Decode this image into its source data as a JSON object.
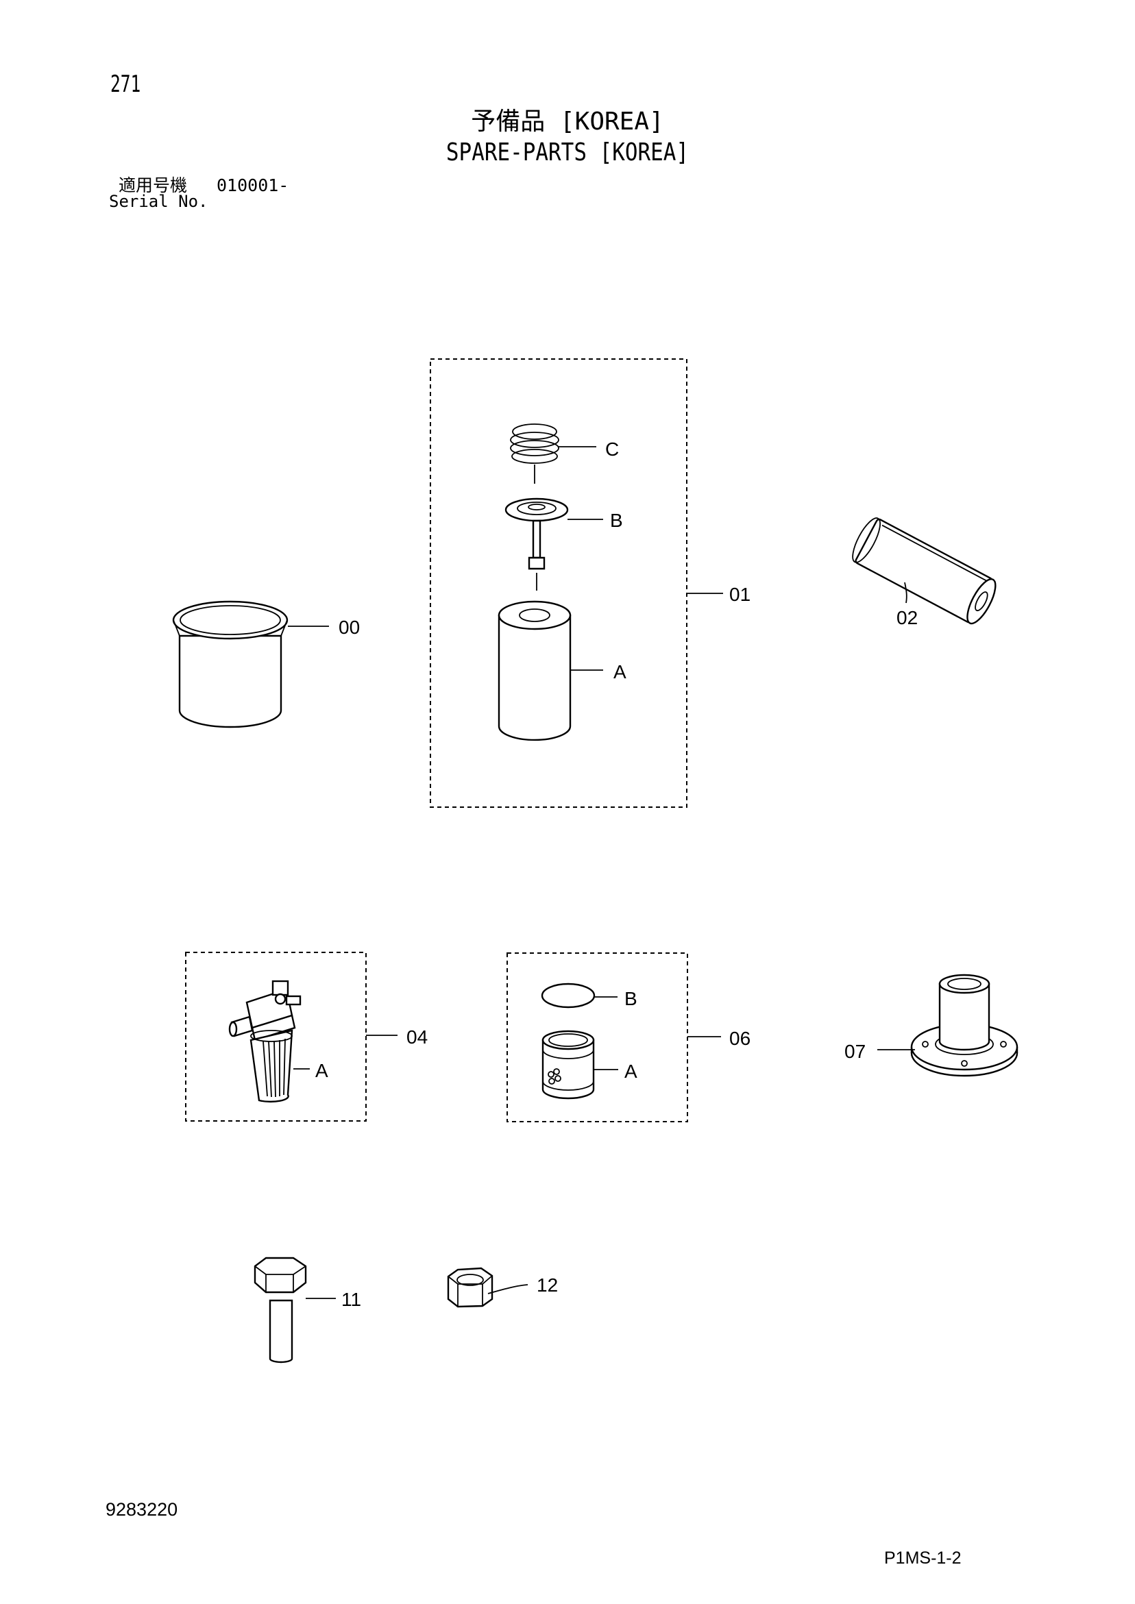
{
  "page": {
    "number": "271",
    "title_jp": "予備品 [KOREA]",
    "title_en": "SPARE-PARTS [KOREA]",
    "serial_label_jp": "適用号機",
    "serial_value": "010001-",
    "serial_label_en": "Serial No.",
    "doc_number": "9283220",
    "page_code": "P1MS-1-2"
  },
  "callouts": {
    "p00": "00",
    "p01": "01",
    "p01_a": "A",
    "p01_b": "B",
    "p01_c": "C",
    "p02": "02",
    "p04": "04",
    "p04_a": "A",
    "p06": "06",
    "p06_a": "A",
    "p06_b": "B",
    "p07": "07",
    "p11": "11",
    "p12": "12"
  }
}
